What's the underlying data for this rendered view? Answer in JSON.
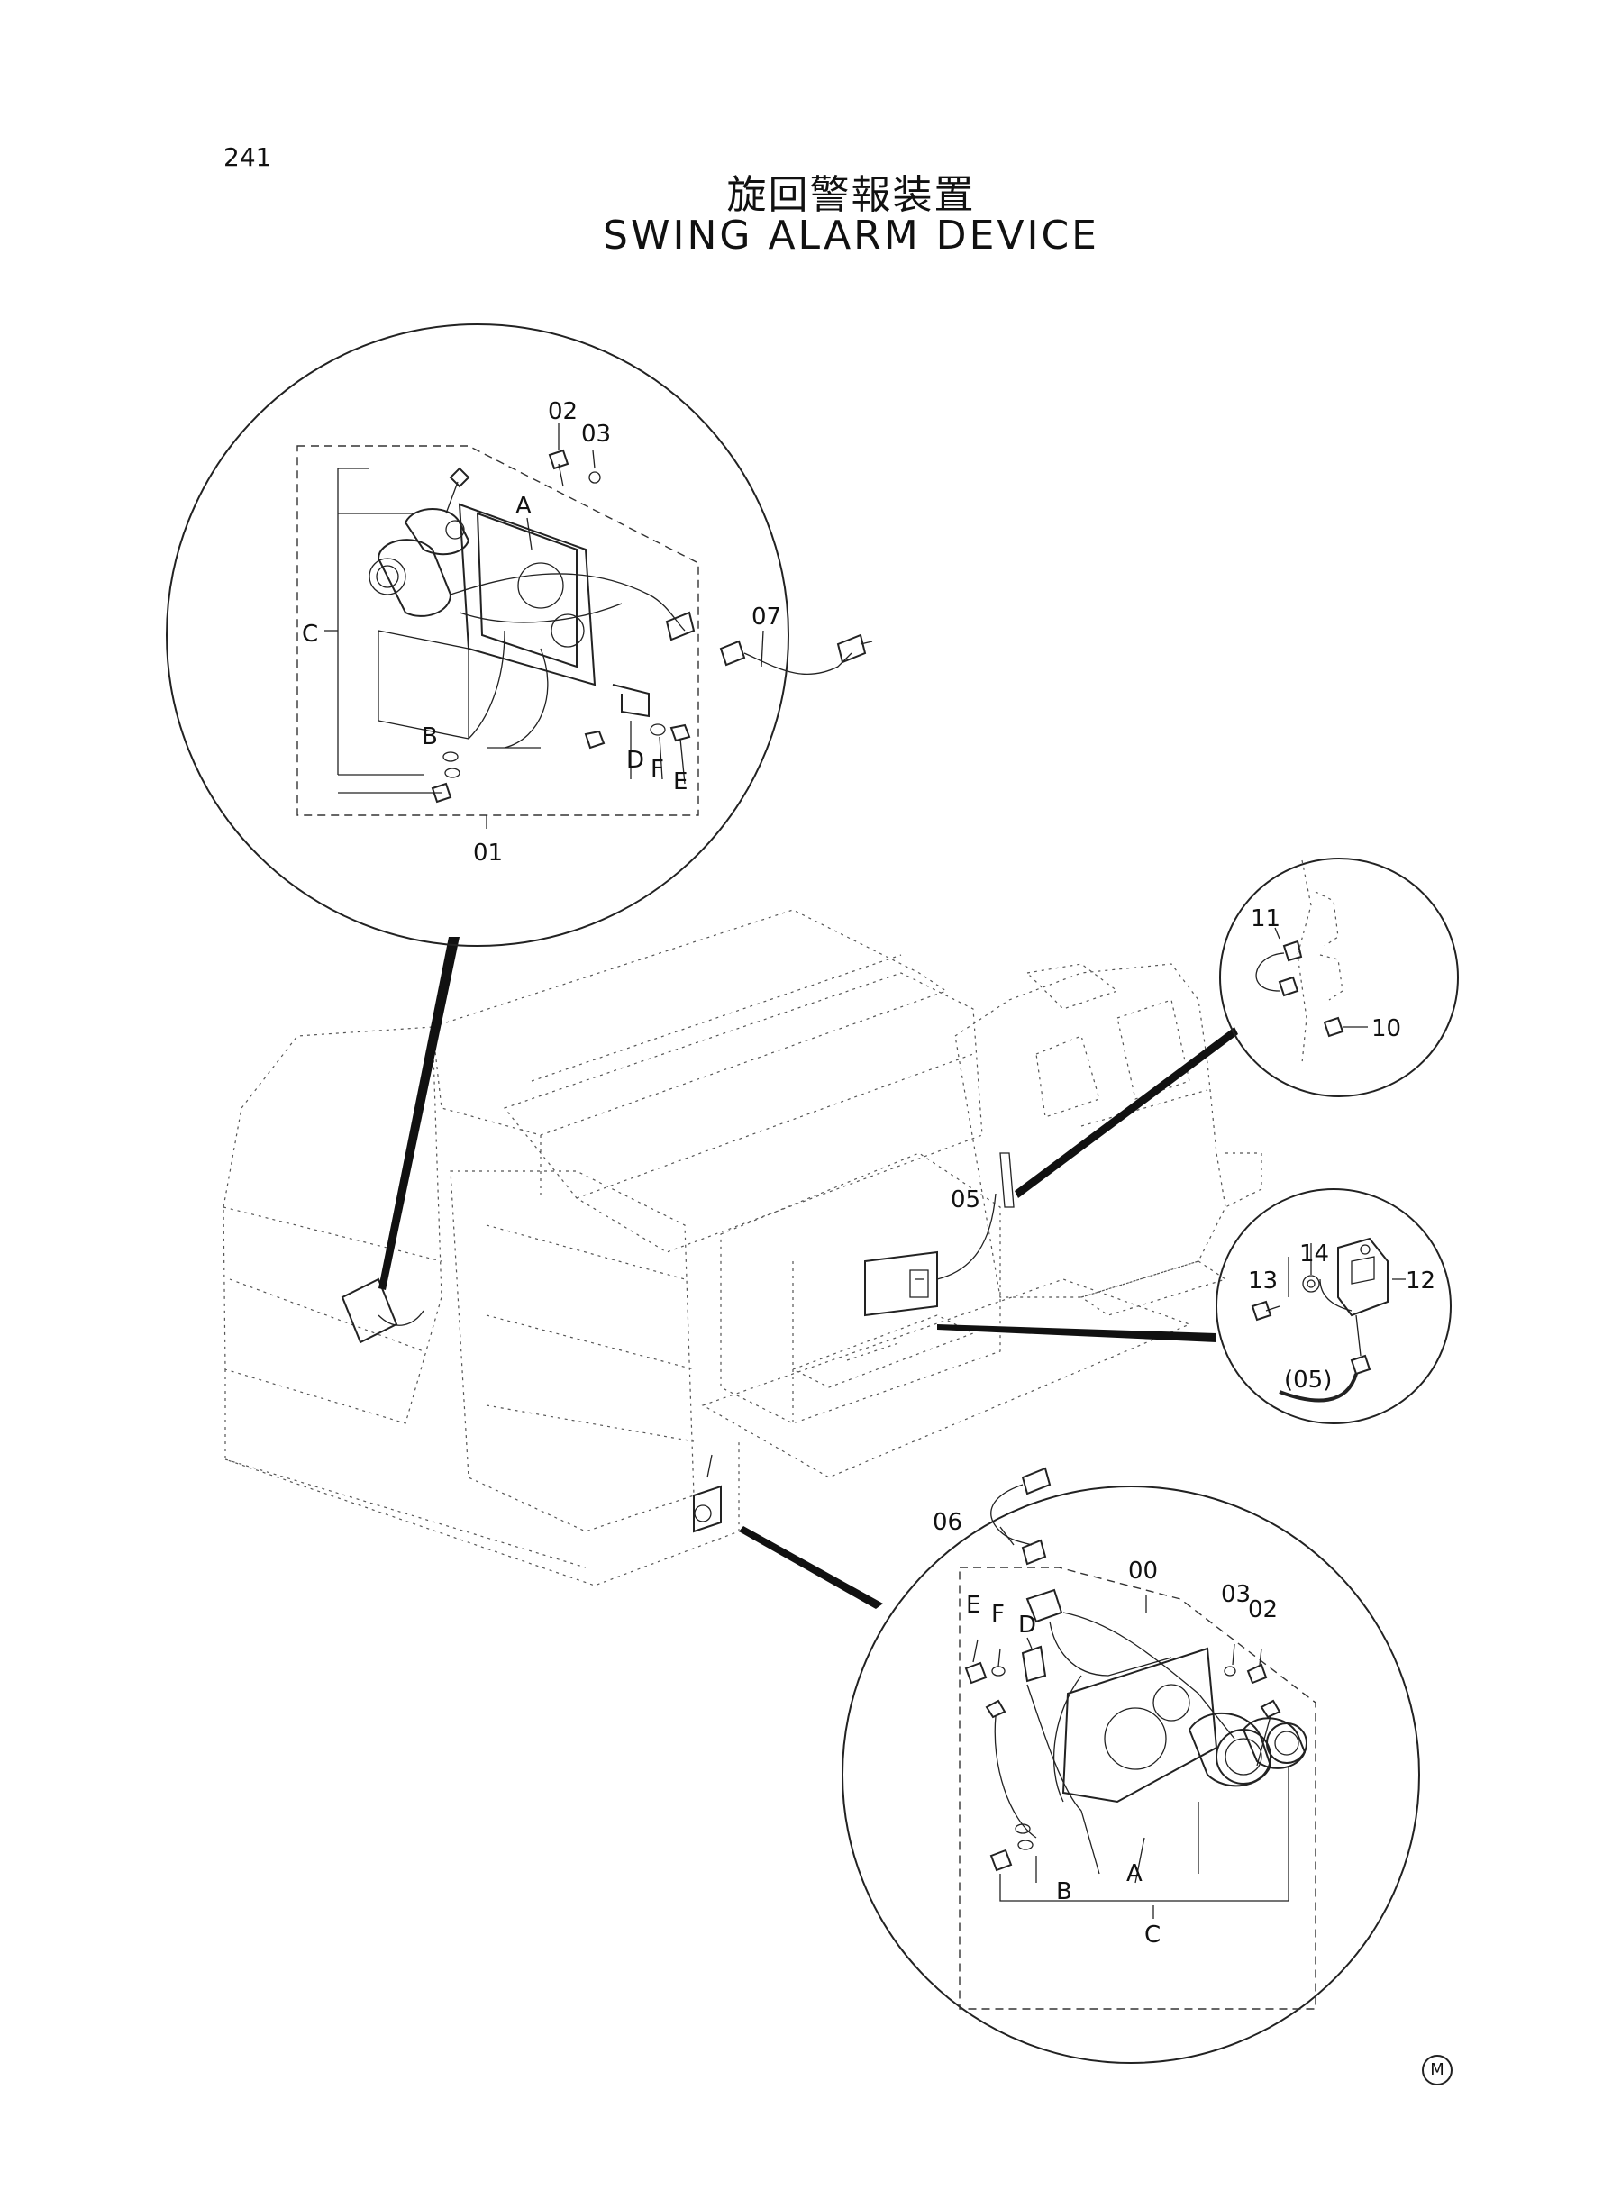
{
  "page": {
    "number": "241",
    "title_jp": "旋回警報装置",
    "title_en": "SWING ALARM DEVICE",
    "footer_mark": "M"
  },
  "callouts": {
    "top_detail": {
      "c02": "02",
      "c03": "03",
      "cA": "A",
      "cC": "C",
      "c07": "07",
      "cB": "B",
      "cD": "D",
      "cF": "F",
      "cE": "E",
      "c01": "01"
    },
    "upper_right_detail": {
      "c11": "11",
      "c10": "10"
    },
    "middle_right_detail": {
      "c14": "14",
      "c13": "13",
      "c12": "12",
      "c05ref": "(05)"
    },
    "machine": {
      "c05": "05"
    },
    "bottom_detail": {
      "c06": "06",
      "c00": "00",
      "cE": "E",
      "cF": "F",
      "cD": "D",
      "c03": "03",
      "c02": "02",
      "cA": "A",
      "cB": "B",
      "cC": "C"
    }
  }
}
